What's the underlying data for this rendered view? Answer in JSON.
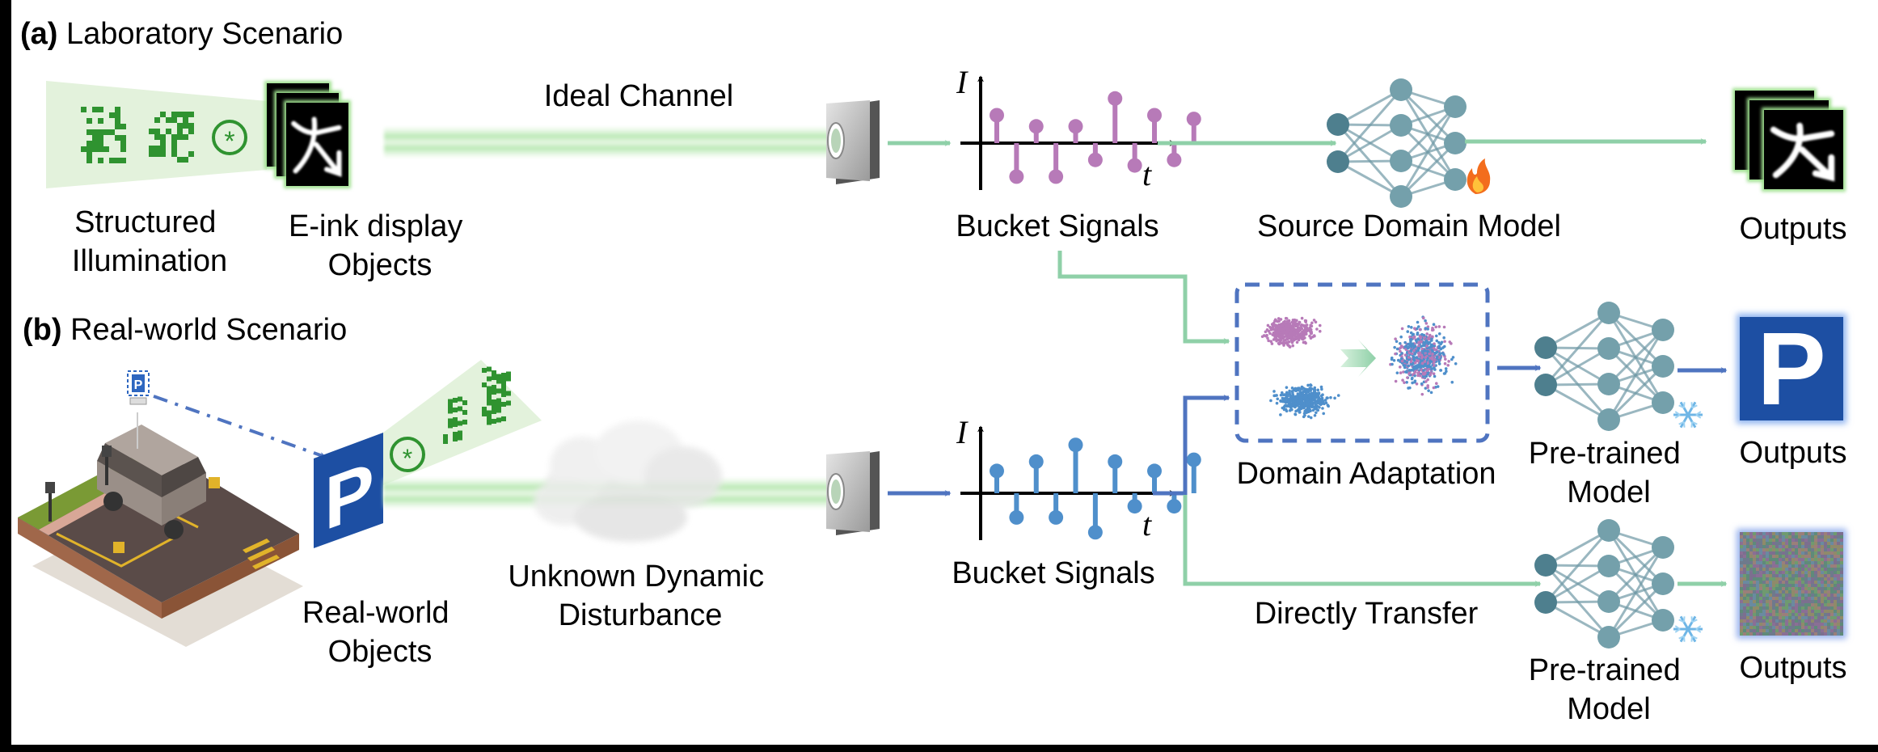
{
  "panels": {
    "a": {
      "tag": "(a)",
      "title": "Laboratory Scenario"
    },
    "b": {
      "tag": "(b)",
      "title": "Real-world Scenario"
    }
  },
  "labels": {
    "structured_illumination": [
      "Structured",
      "Illumination"
    ],
    "eink_objects": [
      "E-ink display",
      "Objects"
    ],
    "ideal_channel": "Ideal Channel",
    "bucket_signals_a": "Bucket Signals",
    "source_domain_model": "Source Domain Model",
    "outputs_a": "Outputs",
    "realworld_objects": [
      "Real-world",
      "Objects"
    ],
    "disturbance": [
      "Unknown Dynamic",
      "Disturbance"
    ],
    "bucket_signals_b": "Bucket Signals",
    "domain_adaptation": "Domain Adaptation",
    "pretrained_model_1": [
      "Pre-trained",
      "Model"
    ],
    "outputs_b1": "Outputs",
    "directly_transfer": "Directly Transfer",
    "pretrained_model_2": [
      "Pre-trained",
      "Model"
    ],
    "outputs_b2": "Outputs",
    "axis_I": "I",
    "axis_t": "t",
    "parking_letter": "P",
    "convolution_symbol": "*"
  },
  "signals": {
    "lab": {
      "color": "#b77ab8",
      "values": [
        0.75,
        -0.9,
        0.45,
        -0.9,
        0.45,
        -0.45,
        1.2,
        -0.6,
        0.75,
        -0.45,
        0.65
      ]
    },
    "real": {
      "color": "#4f8fcb",
      "values": [
        0.6,
        -0.65,
        0.85,
        -0.65,
        1.3,
        -1.05,
        0.85,
        -0.35,
        0.6,
        -0.35,
        0.9
      ]
    }
  },
  "colors": {
    "green_arrow": "#8fd0a8",
    "blue_arrow": "#4f74c0",
    "nn_node": "#4e7f8e",
    "nn_node_light": "#74a0ab",
    "parking_blue": "#1d4fa3",
    "pattern_green": "#2f9330",
    "beam": "#b9e8b3"
  },
  "icons": {
    "fire": "fire-icon",
    "snowflake": "snowflake-icon",
    "detector": "bucket-detector-icon",
    "cloud": "cloud-icon"
  }
}
